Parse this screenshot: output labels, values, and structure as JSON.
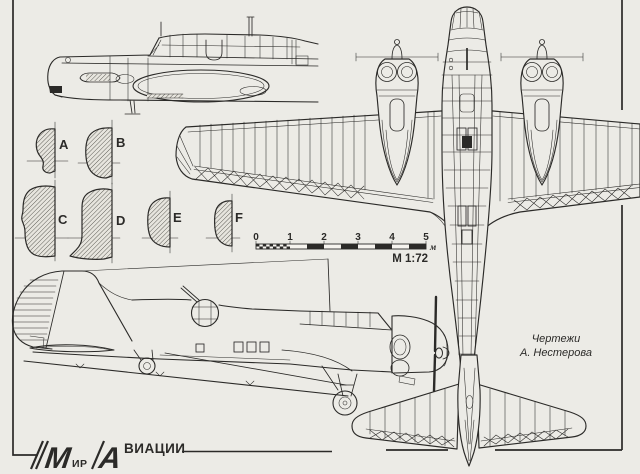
{
  "colors": {
    "paper": "#ecebe6",
    "ink": "#2b2a28",
    "hatch": "#53524c"
  },
  "credit": {
    "line1": "Чертежи",
    "line2": "А. Нестерова"
  },
  "scale_bar": {
    "ticks": [
      "0",
      "1",
      "2",
      "3",
      "4",
      "5"
    ],
    "unit": "м",
    "label": "М 1:72"
  },
  "cross_sections": {
    "labels": [
      "A",
      "B",
      "C",
      "D",
      "E",
      "F"
    ]
  },
  "logo": {
    "m": "М",
    "ir": "ИР",
    "a": "А",
    "rest": "ВИАЦИИ"
  }
}
